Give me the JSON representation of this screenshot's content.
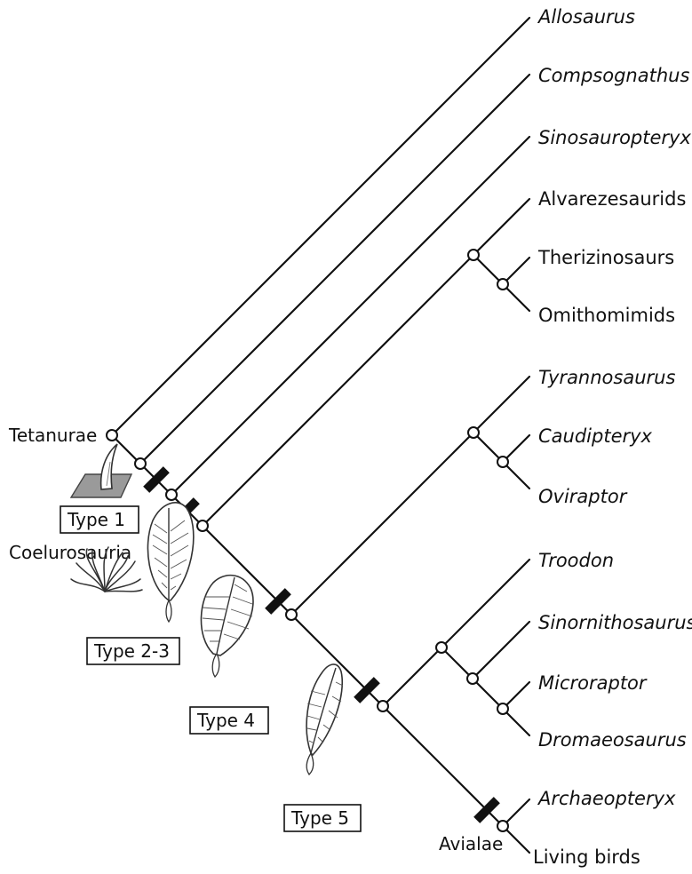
{
  "taxa": {
    "allosaurus": "Allosaurus",
    "compsognathus": "Compsognathus",
    "sinosauropteryx": "Sinosauropteryx",
    "alvarezsaurids": "Alvarezesaurids",
    "therizinosaurs": "Therizinosaurs",
    "ornithomimids": "Omithomimids",
    "tyrannosaurus": "Tyrannosaurus",
    "caudipteryx": "Caudipteryx",
    "oviraptor": "Oviraptor",
    "troodon": "Troodon",
    "sinornithosaurus": "Sinornithosaurus",
    "microraptor": "Microraptor",
    "dromaeosaurus": "Dromaeosaurus",
    "archaeopteryx": "Archaeopteryx",
    "living_birds": "Living birds"
  },
  "clades": {
    "tetanurae": "Tetanurae",
    "coelurosauria": "Coelurosauria",
    "avialae": "Avialae"
  },
  "feather_types": {
    "type1": "Type 1",
    "type2_3": "Type 2-3",
    "type4": "Type 4",
    "type5": "Type 5"
  },
  "icons": {
    "type1": "hollow-filament-icon",
    "type2_3": "tufted-filament-and-vaned-feather-icon",
    "type4": "broad-vaned-feather-icon",
    "type5": "asymmetric-vaned-feather-icon"
  }
}
